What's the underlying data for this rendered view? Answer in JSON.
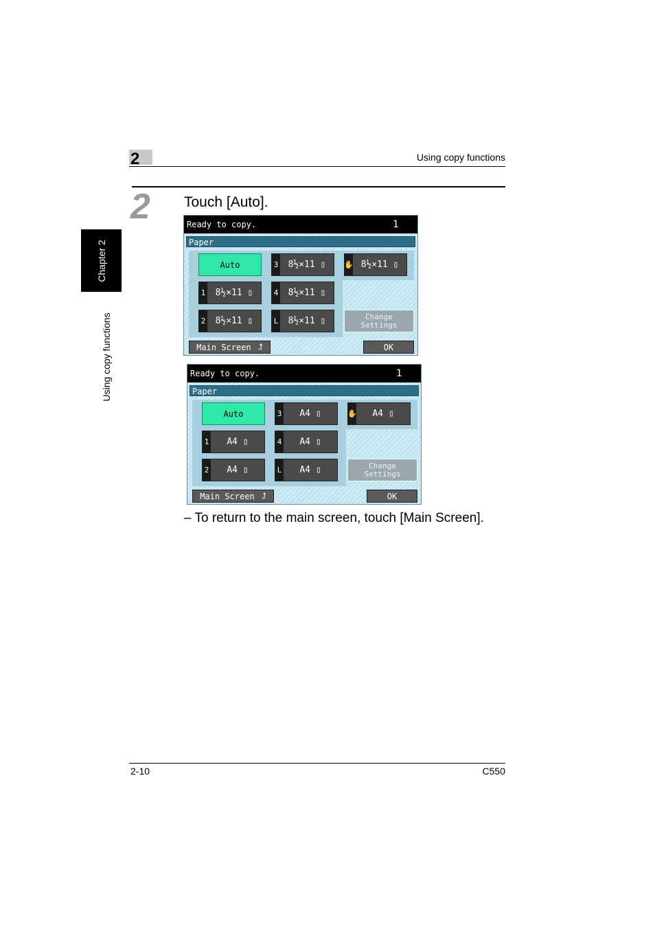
{
  "header": {
    "chapter_number": "2",
    "title": "Using copy functions"
  },
  "side_tab": {
    "chapter": "Chapter 2",
    "section": "Using copy functions"
  },
  "step": {
    "number": "2",
    "text": "Touch [Auto]."
  },
  "note": "– To return to the main screen, touch [Main Screen].",
  "footer": {
    "page": "2-10",
    "model": "C550"
  },
  "screens": [
    {
      "status": "Ready to copy.",
      "count": "1",
      "tab": "Paper",
      "auto": "Auto",
      "trays": [
        {
          "no": "3",
          "label": "8½×11 ▯"
        },
        {
          "no": "✋",
          "label": "8½×11 ▯"
        },
        {
          "no": "1",
          "label": "8½×11 ▯"
        },
        {
          "no": "4",
          "label": "8½×11 ▯"
        },
        {
          "no": "2",
          "label": "8½×11 ▯"
        },
        {
          "no": "L",
          "label": "8½×11 ▯"
        }
      ],
      "change_line1": "Change",
      "change_line2": "Settings",
      "main_screen": "Main Screen",
      "ok": "OK"
    },
    {
      "status": "Ready to copy.",
      "count": "1",
      "tab": "Paper",
      "auto": "Auto",
      "trays": [
        {
          "no": "3",
          "label": "A4 ▯"
        },
        {
          "no": "✋",
          "label": "A4 ▯"
        },
        {
          "no": "1",
          "label": "A4 ▯"
        },
        {
          "no": "4",
          "label": "A4 ▯"
        },
        {
          "no": "2",
          "label": "A4 ▯"
        },
        {
          "no": "L",
          "label": "A4 ▯"
        }
      ],
      "change_line1": "Change",
      "change_line2": "Settings",
      "main_screen": "Main Screen",
      "ok": "OK"
    }
  ]
}
